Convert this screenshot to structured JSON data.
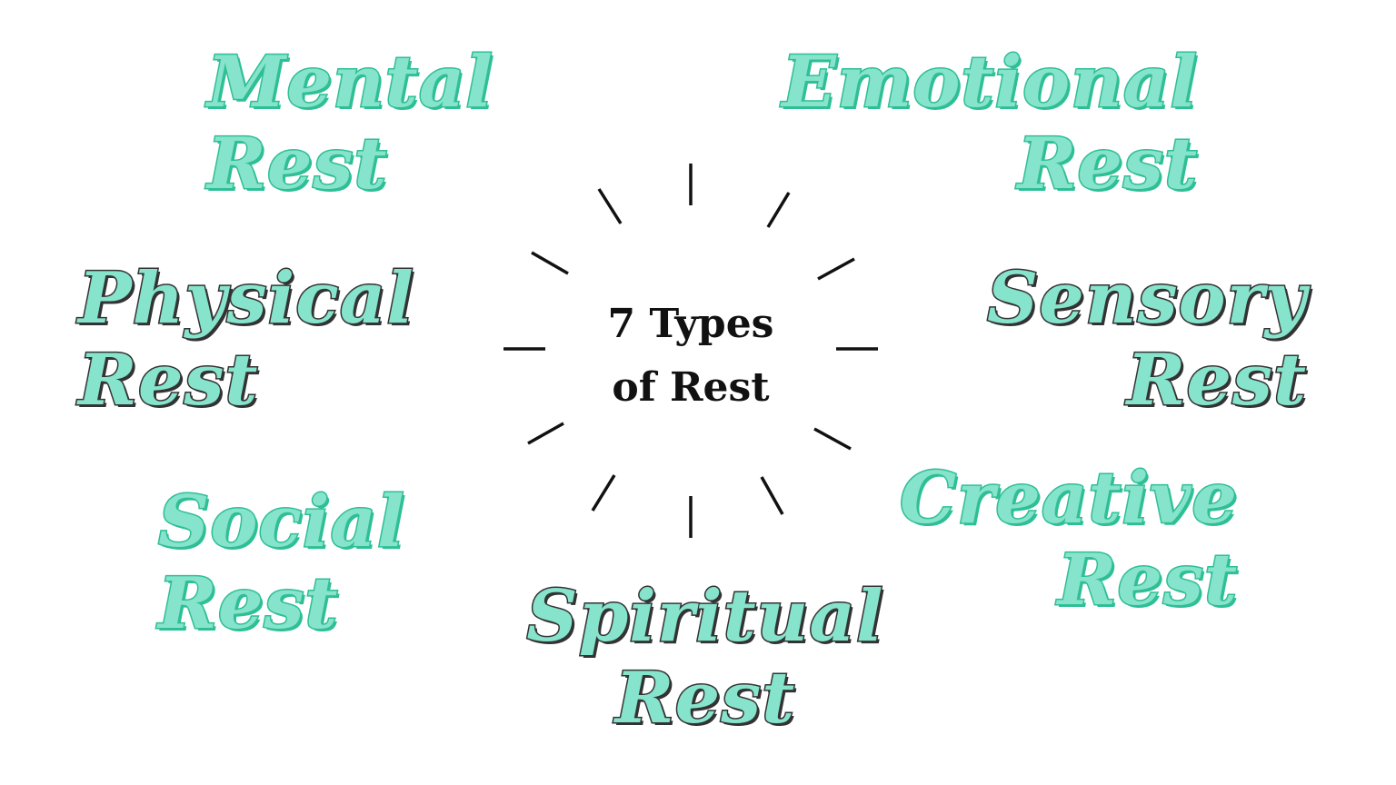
{
  "title": {
    "line1": "7 Types",
    "line2": "of Rest"
  },
  "types": {
    "mental": {
      "line1": "Mental",
      "line2": "Rest"
    },
    "emotional": {
      "line1": "Emotional",
      "line2": "Rest"
    },
    "physical": {
      "line1": "Physical",
      "line2": "Rest"
    },
    "sensory": {
      "line1": "Sensory",
      "line2": "Rest"
    },
    "social": {
      "line1": "Social",
      "line2": "Rest"
    },
    "creative": {
      "line1": "Creative",
      "line2": "Rest"
    },
    "spiritual": {
      "line1": "Spiritual",
      "line2": "Rest"
    }
  },
  "colors": {
    "fill": "#86e3cc",
    "outline_green": "#2ebf95",
    "outline_dark": "#333333",
    "title": "#111111",
    "rays": "#111111",
    "background": "#ffffff"
  }
}
